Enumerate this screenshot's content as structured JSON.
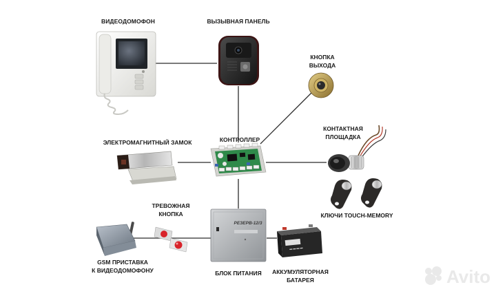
{
  "labels": {
    "videophone": "ВИДЕОДОМОФОН",
    "call_panel": "ВЫЗЫВНАЯ ПАНЕЛЬ",
    "exit_button_line1": "КНОПКА",
    "exit_button_line2": "ВЫХОДА",
    "contact_pad_line1": "КОНТАКТНАЯ",
    "contact_pad_line2": "ПЛОЩАДКА",
    "maglock": "ЭЛЕКТРОМАГНИТНЫЙ ЗАМОК",
    "controller": "КОНТРОЛЛЕР",
    "keys": "КЛЮЧИ TOUCH-MEMORY",
    "alarm_line1": "ТРЕВОЖНАЯ",
    "alarm_line2": "КНОПКА",
    "gsm_line1": "GSM ПРИСТАВКА",
    "gsm_line2": "К ВИДЕОДОМОФОНУ",
    "power_unit": "БЛОК ПИТАНИЯ",
    "battery_line1": "АККУМУЛЯТОРНАЯ",
    "battery_line2": "БАТАРЕЯ",
    "psu_panel_text": "РЕЗЕРВ-12/3"
  },
  "watermark": {
    "text": "Avito"
  },
  "colors": {
    "line": "#2b2b2b",
    "label": "#1a1a1a",
    "pcb": "#2f8a4a",
    "device_white": "#f3f3f0",
    "panel_dark": "#2a2a2a",
    "brass": "#b89a4a",
    "red_button": "#d8232a",
    "watermark": "#e6e6e6"
  }
}
